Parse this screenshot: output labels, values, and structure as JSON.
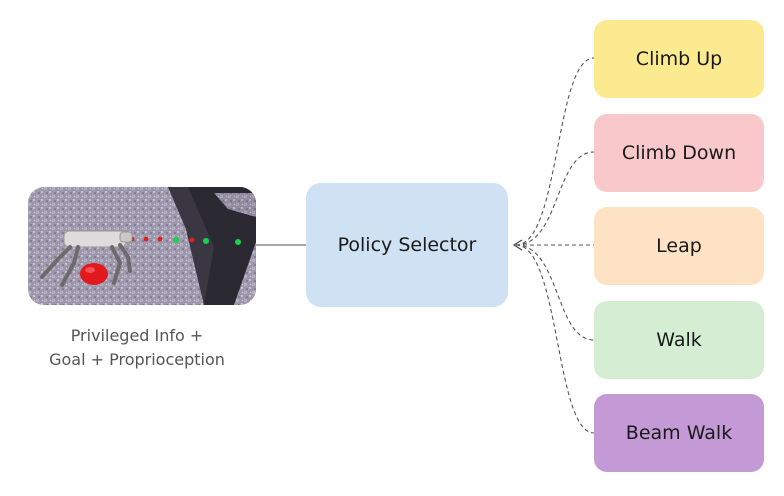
{
  "input": {
    "caption_line1": "Privileged Info +",
    "caption_line2": "Goal + Proprioception"
  },
  "selector": {
    "label": "Policy Selector",
    "color": "#cfe2f3"
  },
  "policies": [
    {
      "label": "Climb Up",
      "color": "#fcea90"
    },
    {
      "label": "Climb Down",
      "color": "#f9c8ca"
    },
    {
      "label": "Leap",
      "color": "#fde3c4"
    },
    {
      "label": "Walk",
      "color": "#d5eed3"
    },
    {
      "label": "Beam Walk",
      "color": "#c39ad6"
    }
  ],
  "edge_color": "#555555"
}
